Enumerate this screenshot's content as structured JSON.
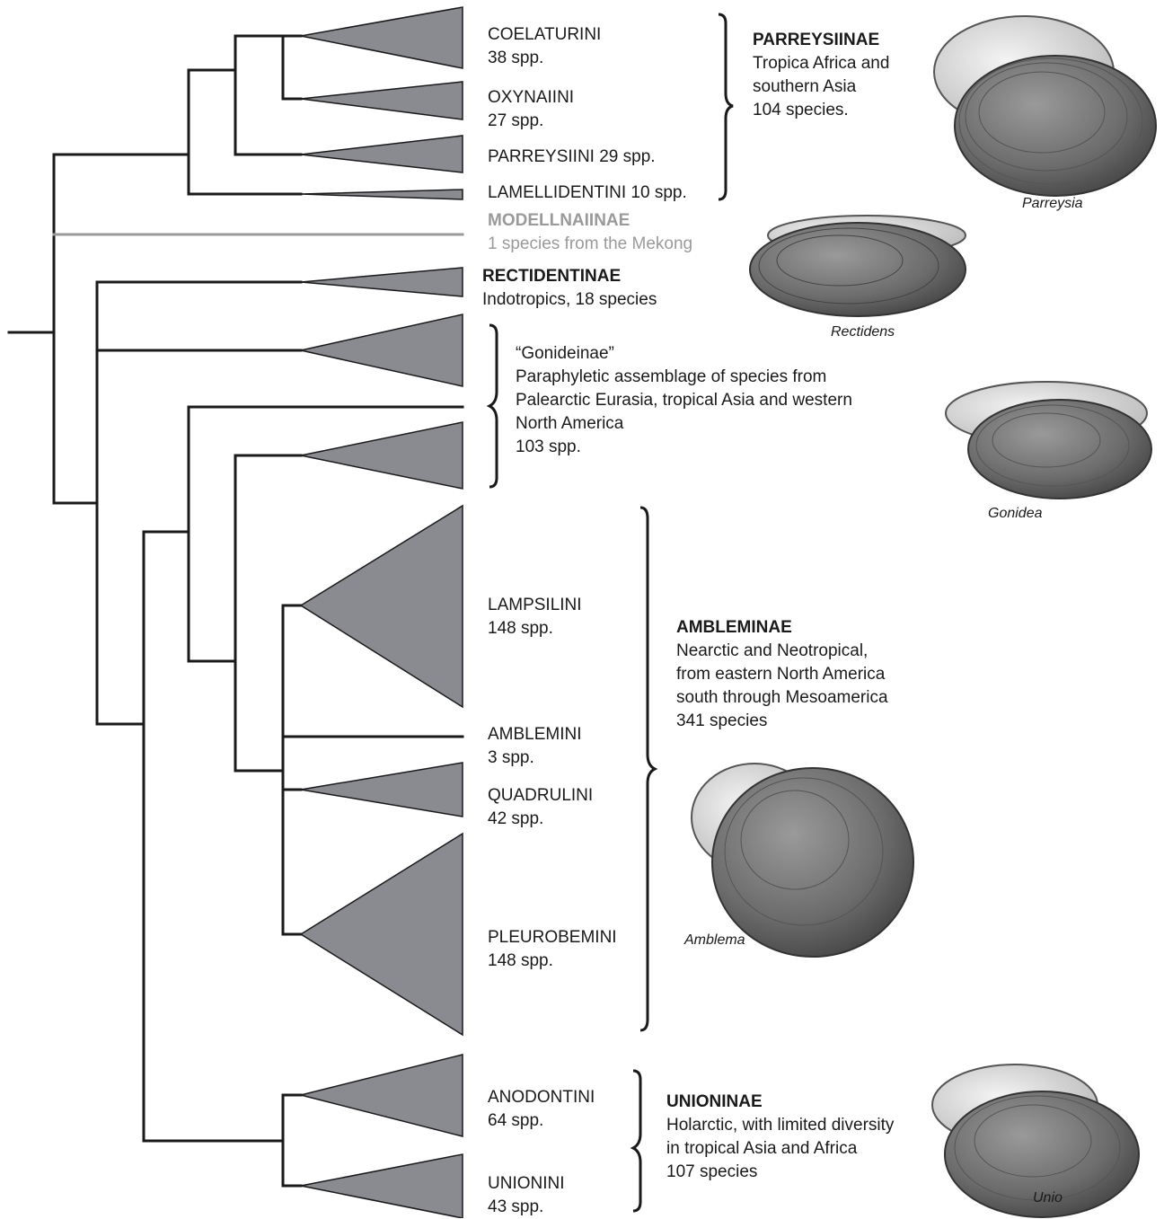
{
  "colors": {
    "line": "#1a1a1a",
    "clade_fill": "#8a8b90",
    "modell": "#9a9a9a"
  },
  "tips": {
    "coelaturini": {
      "name": "COELATURINI",
      "count": "38 spp."
    },
    "oxynaiini": {
      "name": "OXYNAIINI",
      "count": "27 spp."
    },
    "parreysiini": {
      "name": "PARREYSIINI 29 spp."
    },
    "lamellidentini": {
      "name": "LAMELLIDENTINI 10 spp."
    },
    "modellnaiinae": {
      "name": "MODELLNAIINAE",
      "desc": "1 species from the Mekong"
    },
    "rectidentinae": {
      "name": "RECTIDENTINAE",
      "desc": "Indotropics, 18 species"
    },
    "lampsilini": {
      "name": "LAMPSILINI",
      "count": "148 spp."
    },
    "amblemini": {
      "name": "AMBLEMINI",
      "count": "3 spp."
    },
    "quadrulini": {
      "name": "QUADRULINI",
      "count": "42 spp."
    },
    "pleurobemini": {
      "name": "PLEUROBEMINI",
      "count": "148 spp."
    },
    "anodontini": {
      "name": "ANODONTINI",
      "count": "64 spp."
    },
    "unionini": {
      "name": "UNIONINI",
      "count": "43 spp."
    }
  },
  "groups": {
    "gonideinae": {
      "name": "“Gonideinae”",
      "line1": "Paraphyletic assemblage of species from",
      "line2": "Palearctic Eurasia, tropical Asia and western",
      "line3": "North America",
      "line4": "103 spp."
    },
    "parreysiinae": {
      "name": "PARREYSIINAE",
      "line1": "Tropica Africa and",
      "line2": "southern Asia",
      "line3": "104 species."
    },
    "ambleminae": {
      "name": "AMBLEMINAE",
      "line1": "Nearctic and Neotropical,",
      "line2": "from eastern North America",
      "line3": "south through Mesoamerica",
      "line4": "341 species"
    },
    "unioninae": {
      "name": "UNIONINAE",
      "line1": "Holarctic, with limited diversity",
      "line2": "in tropical Asia and Africa",
      "line3": "107 species"
    }
  },
  "captions": {
    "parreysia": "Parreysia",
    "rectidens": "Rectidens",
    "gonidea": "Gonidea",
    "amblema": "Amblema",
    "unio": "Unio"
  }
}
